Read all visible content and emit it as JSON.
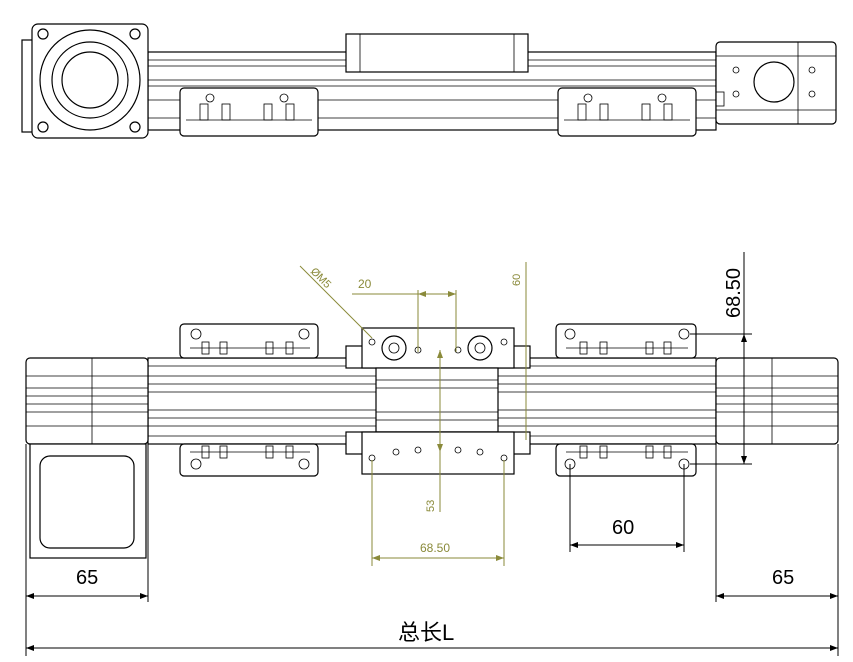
{
  "colors": {
    "line": "#000000",
    "annotation": "#8a8a3a",
    "background": "#ffffff"
  },
  "dimensions": {
    "hole_spec": "ØM5",
    "hole_pitch": "20",
    "carriage_width_small": "60",
    "carriage_height": "68.50",
    "carriage_hole_span": "53",
    "carriage_length": "68.50",
    "mount_hole_pitch": "60",
    "left_end": "65",
    "right_end": "65",
    "total_length": "总长L"
  }
}
